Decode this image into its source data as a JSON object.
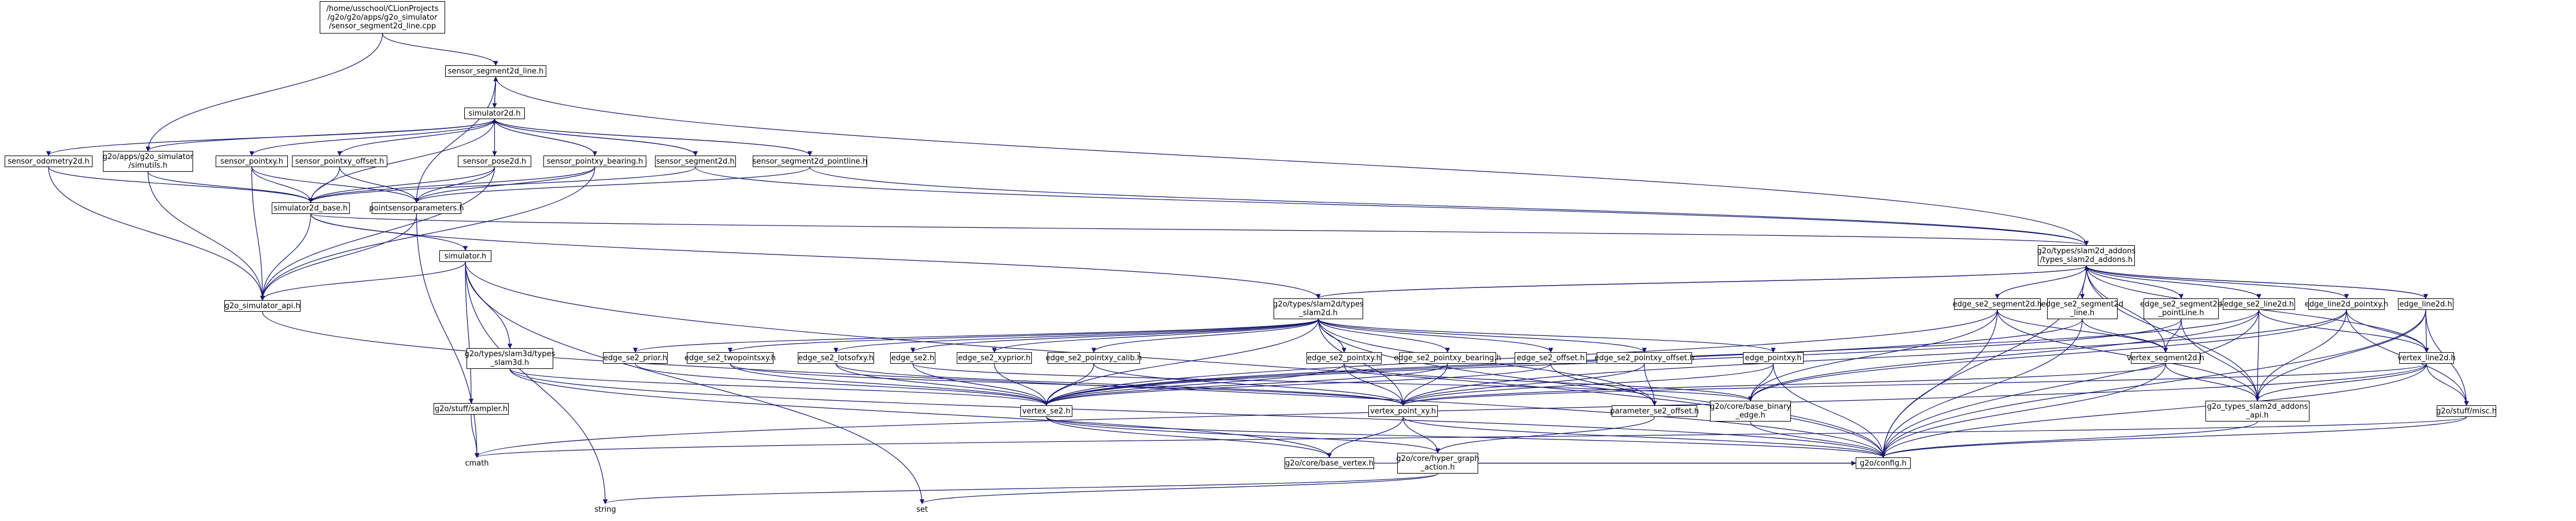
{
  "colors": {
    "edge": "#191970",
    "node_border": "#000000",
    "node_red": "#ff0000",
    "node_root_fill": "#bfbfbf"
  },
  "nodes": [
    {
      "id": "root",
      "label": "/home/usschool/CLionProjects\n/g2o/g2o/apps/g2o_simulator\n/sensor_segment2d_line.cpp",
      "style": "grey"
    },
    {
      "id": "ssl",
      "label": "sensor_segment2d_line.h",
      "style": "normal"
    },
    {
      "id": "sim2d",
      "label": "simulator2d.h",
      "style": "normal"
    },
    {
      "id": "odo",
      "label": "sensor_odometry2d.h",
      "style": "normal"
    },
    {
      "id": "simlib",
      "label": "g2o/apps/g2o_simulator\n/simutils.h",
      "style": "normal"
    },
    {
      "id": "spxy",
      "label": "sensor_pointxy.h",
      "style": "normal"
    },
    {
      "id": "spxyo",
      "label": "sensor_pointxy_offset.h",
      "style": "normal"
    },
    {
      "id": "spose",
      "label": "sensor_pose2d.h",
      "style": "normal"
    },
    {
      "id": "spxyb",
      "label": "sensor_pointxy_bearing.h",
      "style": "normal"
    },
    {
      "id": "sseg",
      "label": "sensor_segment2d.h",
      "style": "normal"
    },
    {
      "id": "ssegp",
      "label": "sensor_segment2d_pointline.h",
      "style": "normal"
    },
    {
      "id": "s2base",
      "label": "simulator2d_base.h",
      "style": "normal"
    },
    {
      "id": "psp",
      "label": "pointsensorparameters.h",
      "style": "normal"
    },
    {
      "id": "addons",
      "label": "g2o/types/slam2d_addons\n/types_slam2d_addons.h",
      "style": "normal"
    },
    {
      "id": "simh",
      "label": "simulator.h",
      "style": "normal"
    },
    {
      "id": "simapi",
      "label": "g2o_simulator_api.h",
      "style": "normal"
    },
    {
      "id": "t3d",
      "label": "g2o/types/slam3d/types\n_slam3d.h",
      "style": "red"
    },
    {
      "id": "t2d",
      "label": "g2o/types/slam2d/types\n_slam2d.h",
      "style": "normal"
    },
    {
      "id": "sampler",
      "label": "g2o/stuff/sampler.h",
      "style": "red"
    },
    {
      "id": "cmath",
      "label": "cmath",
      "style": "plain"
    },
    {
      "id": "string",
      "label": "string",
      "style": "plain"
    },
    {
      "id": "set",
      "label": "set",
      "style": "plain"
    },
    {
      "id": "eprior",
      "label": "edge_se2_prior.h",
      "style": "red"
    },
    {
      "id": "etwo",
      "label": "edge_se2_twopointsxy.h",
      "style": "red"
    },
    {
      "id": "elotsof",
      "label": "edge_se2_lotsofxy.h",
      "style": "red"
    },
    {
      "id": "ese2",
      "label": "edge_se2.h",
      "style": "red"
    },
    {
      "id": "exyprior",
      "label": "edge_se2_xyprior.h",
      "style": "red"
    },
    {
      "id": "ecalib",
      "label": "edge_se2_pointxy_calib.h",
      "style": "red"
    },
    {
      "id": "epxy",
      "label": "edge_se2_pointxy.h",
      "style": "red"
    },
    {
      "id": "epxyb",
      "label": "edge_se2_pointxy_bearing.h",
      "style": "red"
    },
    {
      "id": "eoff",
      "label": "edge_se2_offset.h",
      "style": "red"
    },
    {
      "id": "epxyo",
      "label": "edge_se2_pointxy_offset.h",
      "style": "red"
    },
    {
      "id": "eptxy",
      "label": "edge_pointxy.h",
      "style": "red"
    },
    {
      "id": "vse2",
      "label": "vertex_se2.h",
      "style": "red"
    },
    {
      "id": "vpxy",
      "label": "vertex_point_xy.h",
      "style": "red"
    },
    {
      "id": "pso",
      "label": "parameter_se2_offset.h",
      "style": "red"
    },
    {
      "id": "bbe",
      "label": "g2o/core/base_binary\n_edge.h",
      "style": "red"
    },
    {
      "id": "bv",
      "label": "g2o/core/base_vertex.h",
      "style": "red"
    },
    {
      "id": "hga",
      "label": "g2o/core/hyper_graph\n_action.h",
      "style": "red"
    },
    {
      "id": "cfg",
      "label": "g2o/config.h",
      "style": "normal"
    },
    {
      "id": "eseg2d",
      "label": "edge_se2_segment2d.h",
      "style": "normal"
    },
    {
      "id": "eseg2dl",
      "label": "edge_se2_segment2d\n_line.h",
      "style": "normal"
    },
    {
      "id": "eseg2dp",
      "label": "edge_se2_segment2d\n_pointLine.h",
      "style": "normal"
    },
    {
      "id": "eline",
      "label": "edge_se2_line2d.h",
      "style": "normal"
    },
    {
      "id": "eline2d",
      "label": "edge_line2d_pointxy.h",
      "style": "normal"
    },
    {
      "id": "el2d",
      "label": "edge_line2d.h",
      "style": "normal"
    },
    {
      "id": "vseg",
      "label": "vertex_segment2d.h",
      "style": "red"
    },
    {
      "id": "vline",
      "label": "vertex_line2d.h",
      "style": "red"
    },
    {
      "id": "addapi",
      "label": "g2o_types_slam2d_addons\n_api.h",
      "style": "normal"
    },
    {
      "id": "misc",
      "label": "g2o/stuff/misc.h",
      "style": "red"
    }
  ]
}
